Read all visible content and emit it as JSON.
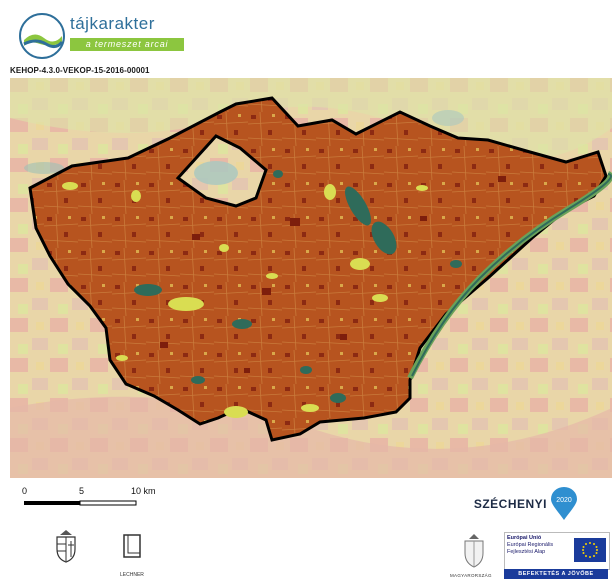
{
  "header": {
    "brand_title": "tájkarakter",
    "brand_subtitle": "a termeszet arcai",
    "project_code": "KEHOP-4.3.0-VEKOP-15-2016-00001"
  },
  "scale_bar": {
    "labels": [
      "0",
      "5",
      "10 km"
    ]
  },
  "footer": {
    "szechenyi": "SZÉCHENYI",
    "szechenyi_year": "2020",
    "lechner": "LECHNER",
    "eu_lines": [
      "Európai Unió",
      "Európai Regionális",
      "Fejlesztési Alap"
    ],
    "investment_slogan": "BEFEKTETÉS A JÖVŐBE",
    "magyarorszag": "MAGYARORSZÁG"
  },
  "colors": {
    "region_fill": "#b7541f",
    "boundary": "#000000",
    "outside_beige": "#e9d6a8",
    "outside_pink": "#e8b9a6",
    "forest": "#2f6b5a",
    "water_light": "#aac8c0",
    "yellow_patch": "#d9dd52",
    "brand_blue": "#2e6f9a",
    "brand_green": "#8cc63f",
    "eu_blue": "#1a3b9b"
  }
}
